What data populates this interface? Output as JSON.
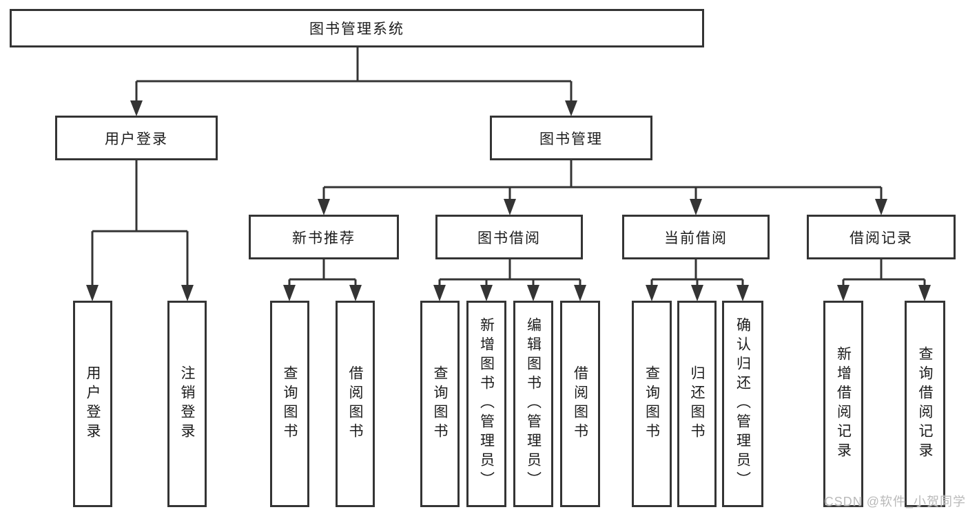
{
  "diagram": {
    "root": {
      "label": "图书管理系统"
    },
    "level2": {
      "user_login": {
        "label": "用户登录"
      },
      "book_management": {
        "label": "图书管理"
      }
    },
    "level3": {
      "new_book_recommend": {
        "label": "新书推荐"
      },
      "book_borrow": {
        "label": "图书借阅"
      },
      "current_borrow": {
        "label": "当前借阅"
      },
      "borrow_records": {
        "label": "借阅记录"
      }
    },
    "leaves": {
      "user_login": {
        "label": "用户登录"
      },
      "logout": {
        "label": "注销登录"
      },
      "nb_query_book": {
        "label": "查询图书"
      },
      "nb_borrow_book": {
        "label": "借阅图书"
      },
      "bb_query_book": {
        "label": "查询图书"
      },
      "bb_add_book": {
        "label": "新增图书（管理员）"
      },
      "bb_edit_book": {
        "label": "编辑图书（管理员）"
      },
      "bb_borrow_book": {
        "label": "借阅图书"
      },
      "cb_query_book": {
        "label": "查询图书"
      },
      "cb_return_book": {
        "label": "归还图书"
      },
      "cb_confirm_return": {
        "label": "确认归还（管理员）"
      },
      "br_add_record": {
        "label": "新增借阅记录"
      },
      "br_query_record": {
        "label": "查询借阅记录"
      }
    }
  },
  "watermark": {
    "text": "CSDN @软件_小贺同学"
  },
  "colors": {
    "line": "#343434",
    "text": "#1c1c1c",
    "watermark": "#b9b9b9",
    "background": "#ffffff"
  }
}
